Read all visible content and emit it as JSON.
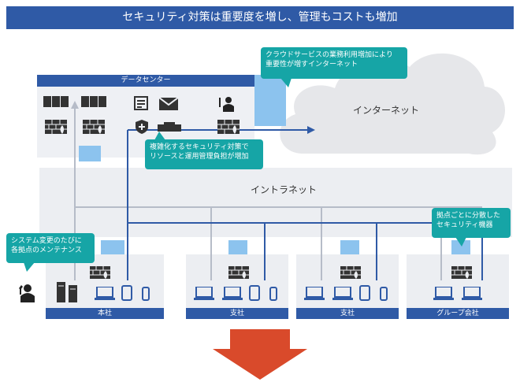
{
  "banner": {
    "title": "セキュリティ対策は重要度を増し、管理もコストも増加"
  },
  "datacenter": {
    "title": "データセンター"
  },
  "internet": {
    "label": "インターネット"
  },
  "intranet": {
    "label": "イントラネット"
  },
  "sites": [
    {
      "label": "本社"
    },
    {
      "label": "支社"
    },
    {
      "label": "支社"
    },
    {
      "label": "グループ会社"
    }
  ],
  "callouts": {
    "cloud": {
      "line1": "クラウドサービスの業務利用増加により",
      "line2": "重要性が増すインターネット"
    },
    "complex": {
      "line1": "複雑化するセキュリティ対策で",
      "line2": "リソースと運用管理負担が増加"
    },
    "maintenance": {
      "line1": "システム変更のたびに",
      "line2": "各拠点のメンテナンス"
    },
    "distributed": {
      "line1": "拠点ごとに分散した",
      "line2": "セキュリティ機器"
    }
  },
  "colors": {
    "navy": "#2f5aa6",
    "teal": "#16a5a6",
    "lightblue": "#8cc3ee",
    "arrow": "#d94a2b",
    "cloud": "#e6e7ea"
  },
  "icons": [
    "server-rack-icon",
    "firewall-icon",
    "document-icon",
    "mail-icon",
    "shield-icon",
    "router-icon",
    "admin-user-icon",
    "laptop-icon",
    "tablet-icon",
    "smartphone-icon",
    "tower-server-icon"
  ]
}
